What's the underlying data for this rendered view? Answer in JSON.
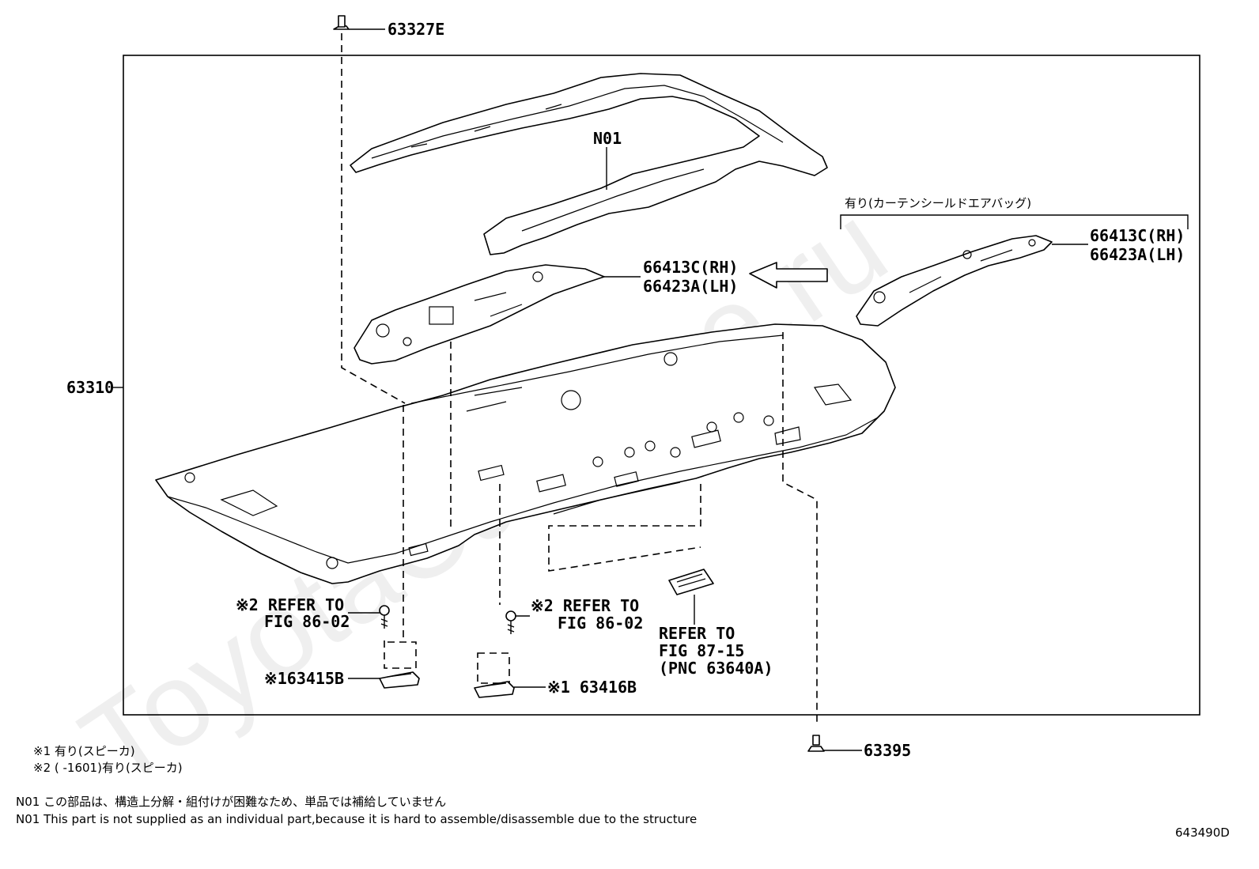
{
  "watermark": "ToyotaCarMine.ru",
  "callouts": {
    "c63327E": "63327E",
    "c63310": "63310",
    "cN01": "N01",
    "c66413C_main": "66413C(RH)",
    "c66423A_main": "66423A(LH)",
    "c66413C_side": "66413C(RH)",
    "c66423A_side": "66423A(LH)",
    "curtain_note": "有り(カーテンシールドエアバッグ)",
    "ref1_line1": "※2 REFER TO",
    "ref1_line2": "FIG 86-02",
    "ref2_line1": "※2 REFER TO",
    "ref2_line2": "FIG 86-02",
    "ref3_line1": "REFER TO",
    "ref3_line2": "FIG 87-15",
    "ref3_line3": "(PNC 63640A)",
    "c63415B": "※163415B",
    "c63416B": "※1 63416B",
    "c63395": "63395"
  },
  "footnotes": {
    "n1": "※1 有り(スピーカ)",
    "n2": "※2 (        -1601)有り(スピーカ)",
    "n3": "N01 この部品は、構造上分解・組付けが困難なため、単品では補給していません",
    "n4": "N01 This part is not supplied as an individual part,because it is hard to assemble/disassemble due to the structure"
  },
  "figure_code": "643490D"
}
